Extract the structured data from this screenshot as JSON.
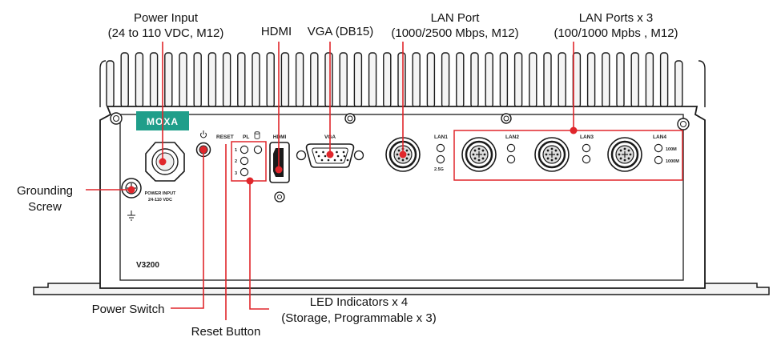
{
  "callouts": {
    "power_input": [
      "Power Input",
      "(24 to 110 VDC, M12)"
    ],
    "hdmi": "HDMI",
    "vga": "VGA (DB15)",
    "lan_port": [
      "LAN Port",
      "(1000/2500 Mbps, M12)"
    ],
    "lan_ports_x3": [
      "LAN Ports x 3",
      "(100/1000 Mpbs , M12)"
    ],
    "grounding_screw": [
      "Grounding",
      "Screw"
    ],
    "power_switch": "Power Switch",
    "reset_button": "Reset Button",
    "led_indicators": [
      "LED Indicators x 4",
      "(Storage, Programmable x 3)"
    ]
  },
  "panel": {
    "logo": "MOXA",
    "model": "V3200",
    "power_input": [
      "POWER INPUT",
      "24-110 VDC"
    ],
    "reset": "RESET",
    "pl": "PL",
    "led_numbers": [
      "1",
      "2",
      "3"
    ],
    "hdmi": "HDMI",
    "vga": "VGA",
    "lan1": "LAN1",
    "lan1_speed": "2.5G",
    "lan2": "LAN2",
    "lan3": "LAN3",
    "lan4": "LAN4",
    "speed_100m": "100M",
    "speed_1000m": "1000M"
  },
  "colors": {
    "accent": "#e0262b",
    "logo_teal": "#1f9e8a",
    "outline": "#1a1a1a"
  },
  "icons": [
    "power-icon",
    "storage-icon",
    "ground-icon"
  ]
}
